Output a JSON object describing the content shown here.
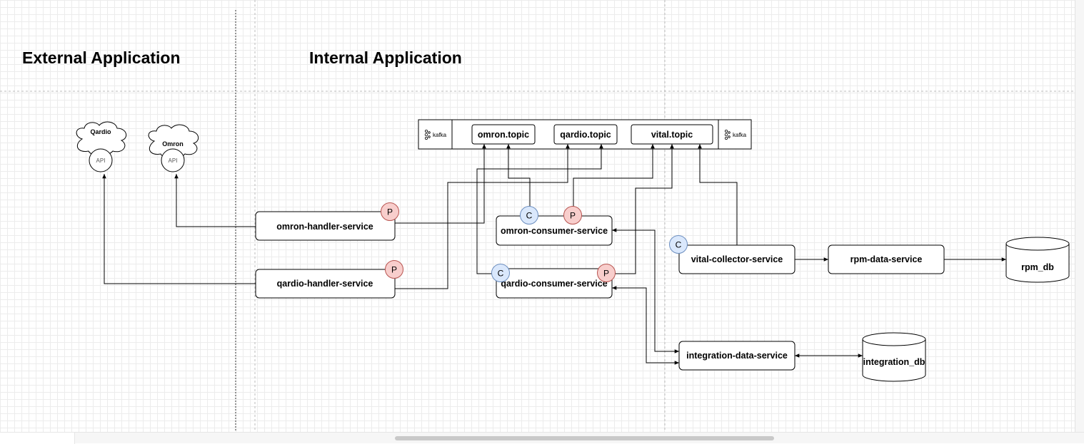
{
  "headings": {
    "external": "External Application",
    "internal": "Internal Application"
  },
  "external_apis": [
    {
      "name": "Qardio",
      "endpoint": "API"
    },
    {
      "name": "Omron",
      "endpoint": "API"
    }
  ],
  "kafka": {
    "brand": "kafka",
    "topics": [
      "omron.topic",
      "qardio.topic",
      "vital.topic"
    ]
  },
  "services": {
    "omron_handler": "omron-handler-service",
    "qardio_handler": "qardio-handler-service",
    "omron_consumer": "omron-consumer-service",
    "qardio_consumer": "qardio-consumer-service",
    "vital_collector": "vital-collector-service",
    "rpm_data": "rpm-data-service",
    "integration_data": "integration-data-service"
  },
  "databases": {
    "rpm": "rpm_db",
    "integration": "integration_db"
  },
  "badges": {
    "producer": "P",
    "consumer": "C"
  },
  "colors": {
    "producer_fill": "#f8cecc",
    "producer_stroke": "#b85450",
    "consumer_fill": "#dae8fc",
    "consumer_stroke": "#6c8ebf",
    "swimlane_divider": "#bbbbbb"
  }
}
